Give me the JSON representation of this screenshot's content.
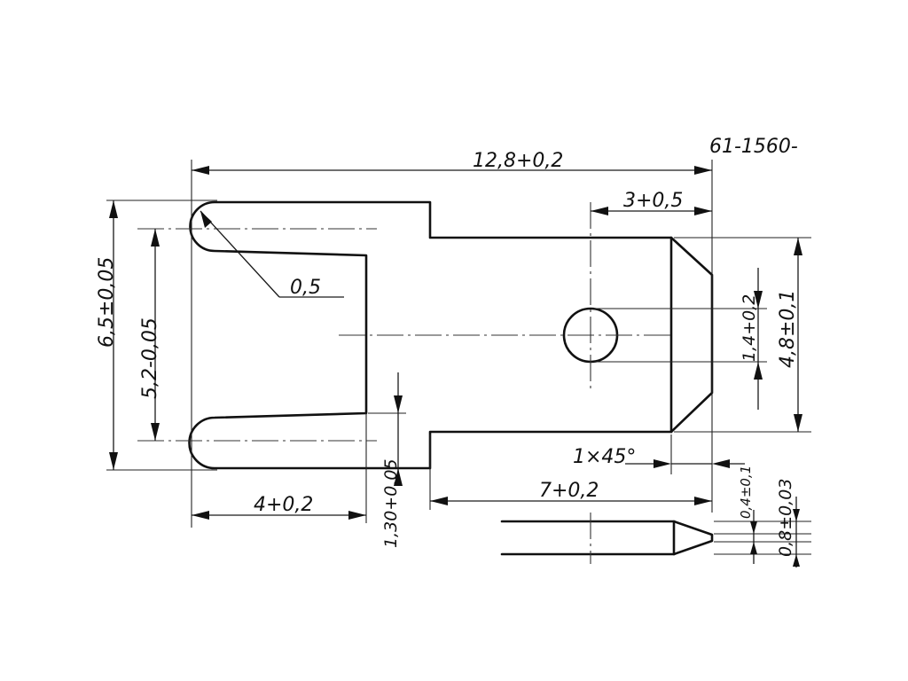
{
  "drawing": {
    "part_number": "61-1560-",
    "dimensions": {
      "overall_length": "12,8+0,2",
      "tab_chamfer_length": "3+0,5",
      "tab_width": "4,8±0,1",
      "hole_diameter": "1,4+0,2",
      "overall_width": "6,5±0,05",
      "slot_spacing": "5,2-0,05",
      "fork_radius": "0,5",
      "chamfer": "1×45°",
      "tab_length": "7+0,2",
      "fork_length": "4+0,2",
      "fork_offset": "1,30+0,05",
      "thickness_tip": "0,4±0,1",
      "thickness": "0,8±0,03"
    }
  }
}
